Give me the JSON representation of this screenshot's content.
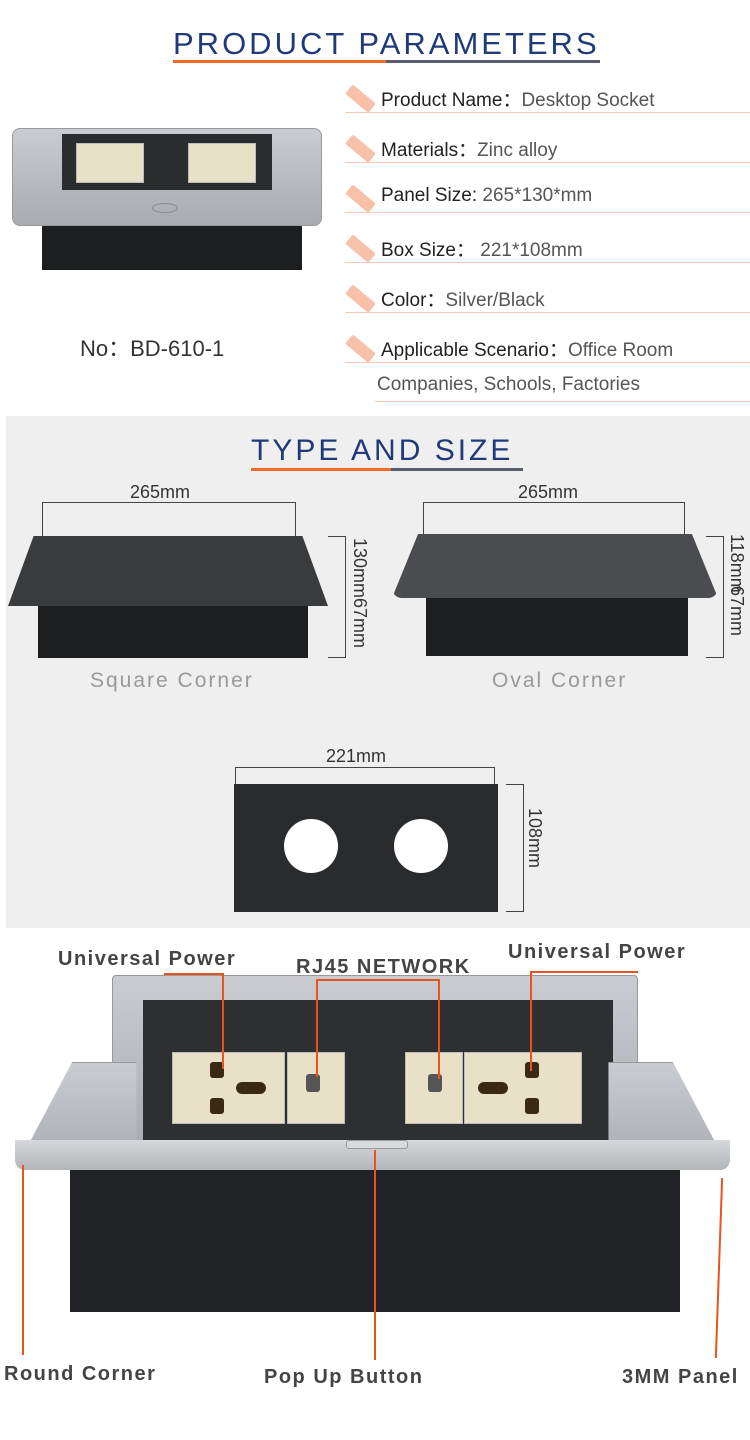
{
  "section1": {
    "title": "PRODUCT PARAMETERS",
    "model_label": "No：",
    "model_value": "BD-610-1",
    "params": [
      {
        "label": "Product Name：",
        "value": "Desktop Socket"
      },
      {
        "label": "Materials：",
        "value": "Zinc alloy"
      },
      {
        "label": "Panel Size: ",
        "value": "265*130*mm"
      },
      {
        "label": "Box Size：",
        "value": " 221*108mm"
      },
      {
        "label": "Color：",
        "value": "Silver/Black"
      },
      {
        "label": "Applicable Scenario：",
        "value": "Office Room"
      }
    ],
    "param_continuation": "Companies, Schools, Factories"
  },
  "section2": {
    "title": "TYPE AND SIZE",
    "square": {
      "width": "265mm",
      "depth": "130mm",
      "height": "67mm",
      "caption": "Square Corner"
    },
    "oval": {
      "width": "265mm",
      "depth": "118mm",
      "height": "67mm",
      "caption": "Oval Corner"
    },
    "box": {
      "width": "221mm",
      "height": "108mm"
    }
  },
  "section3": {
    "labels": {
      "power_left": "Universal Power",
      "rj45": "RJ45 NETWORK",
      "power_right": "Universal Power",
      "round_corner": "Round Corner",
      "popup": "Pop Up Button",
      "panel": "3MM Panel"
    }
  },
  "colors": {
    "title": "#1f3a7a",
    "accent": "#e8531f",
    "pencil": "#f7c0a8"
  }
}
